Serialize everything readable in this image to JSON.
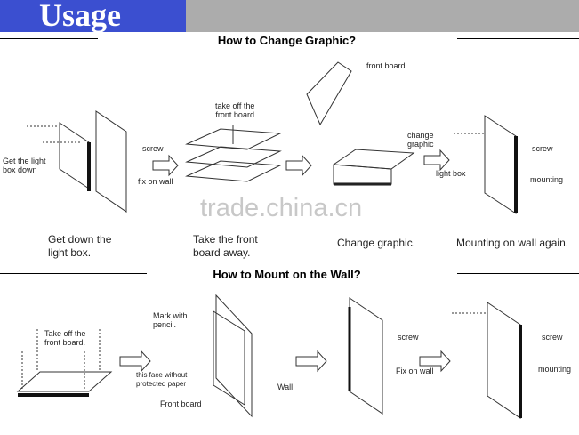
{
  "header": {
    "title": "Usage"
  },
  "section1": {
    "title": "How to Change Graphic?",
    "steps": [
      {
        "caption": "Get down the\nlight box.",
        "labels": [
          "Get the light\nbox down",
          "screw",
          "fix on wall"
        ]
      },
      {
        "caption": "Take the front\nboard away.",
        "labels": [
          "take off the\nfront board"
        ]
      },
      {
        "caption": "Change graphic.",
        "labels": [
          "front board",
          "change\ngraphic"
        ]
      },
      {
        "caption": "Mounting on wall again.",
        "labels": [
          "screw",
          "light box",
          "mounting"
        ]
      }
    ]
  },
  "section2": {
    "title": "How to Mount on the Wall?",
    "steps": [
      {
        "labels": [
          "Take off the\nfront board."
        ]
      },
      {
        "labels": [
          "Mark with\npencil.",
          "this face without\nprotected paper",
          "Wall",
          "Front board"
        ]
      },
      {
        "labels": [
          "screw",
          "Fix on wall"
        ]
      },
      {
        "labels": [
          "screw",
          "mounting"
        ]
      }
    ]
  },
  "watermark": "trade.china.cn"
}
